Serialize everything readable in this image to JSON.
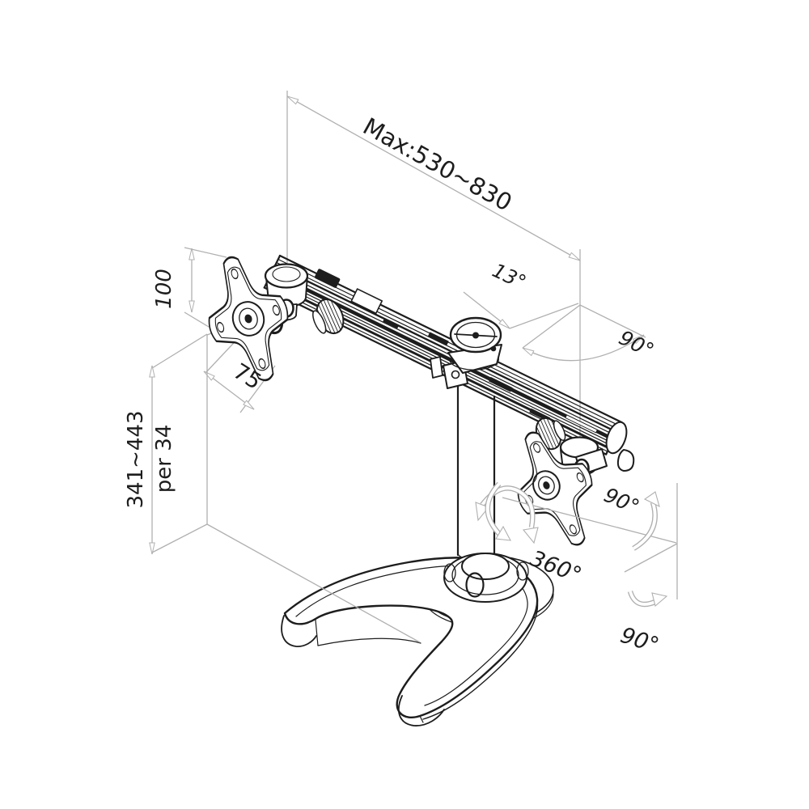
{
  "drawing": {
    "kind": "isometric technical line drawing",
    "subject": "dual-monitor desk stand: two VESA plates on a sliding crossbar, central pole, horseshoe foot"
  },
  "annotations": {
    "max_width": "Max:530~830",
    "vesa_height": "100",
    "vesa_width": "75",
    "height_range": "341~443",
    "height_step": "per 34",
    "tilt_angle": "13°",
    "arm_swivel_angle": "90°",
    "screen_rotation_angle": "90°",
    "pole_swivel_angle": "360°",
    "base_swivel_angle": "90°"
  },
  "colors": {
    "product_line": "#1d1d1d",
    "dimension_line": "#b0b0b0",
    "text": "#1d1d1d",
    "background": "#ffffff"
  }
}
